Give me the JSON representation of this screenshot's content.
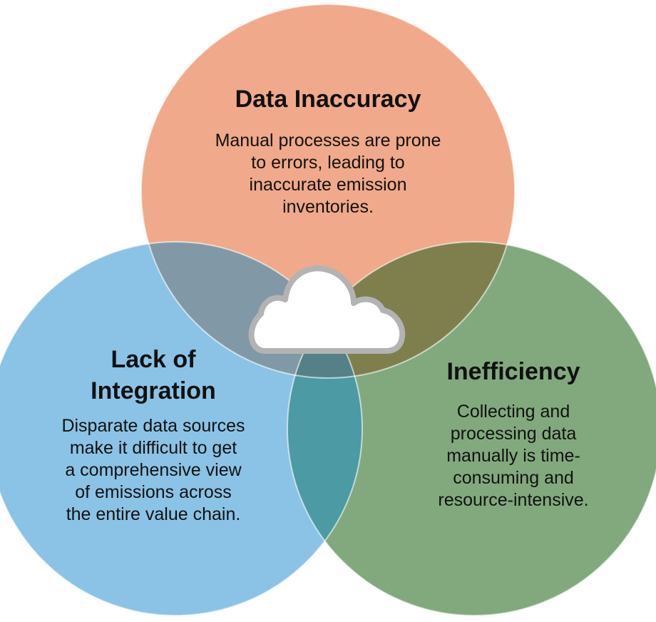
{
  "colors": {
    "top_circle": "#f0a98a",
    "left_circle": "#8bc3e6",
    "right_circle": "#82a97e",
    "top_left_overlap": "#8199a7",
    "top_right_overlap": "#7e7f4d",
    "left_right_overlap": "#4b9aa4",
    "center_overlap": "#558088",
    "cloud_fill": "#ffffff",
    "cloud_stroke": "#b3b3b3"
  },
  "center_icon": "cloud-icon",
  "sets": [
    {
      "id": "top",
      "title": "Data Inaccuracy",
      "description": "Manual processes are prone\nto errors, leading to\ninaccurate emission\ninventories."
    },
    {
      "id": "left",
      "title": "Lack of\nIntegration",
      "description": "Disparate data sources\nmake it difficult to get\na comprehensive view\nof emissions across\nthe entire value chain."
    },
    {
      "id": "right",
      "title": "Inefficiency",
      "description": "Collecting and\nprocessing data\nmanually is time-\nconsuming and\nresource-intensive."
    }
  ]
}
